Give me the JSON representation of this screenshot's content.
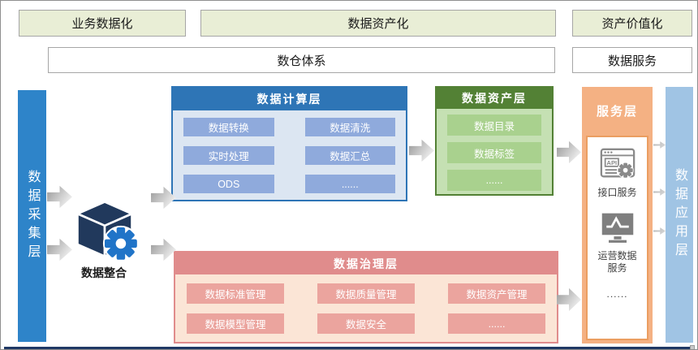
{
  "banners": {
    "business": "业务数据化",
    "asset": "数据资产化",
    "value": "资产价值化"
  },
  "systems": {
    "warehouse": "数仓体系",
    "service": "数据服务"
  },
  "left_bar": {
    "label": "数据采集层"
  },
  "right_bar": {
    "label": "数据应用层"
  },
  "integration": {
    "label": "数据整合",
    "icon": "cube-gear-icon"
  },
  "compute": {
    "title": "数据计算层",
    "cells": [
      "数据转换",
      "数据清洗",
      "实时处理",
      "数据汇总",
      "ODS",
      "......"
    ]
  },
  "asset": {
    "title": "数据资产层",
    "cells": [
      "数据目录",
      "数据标签",
      "......"
    ]
  },
  "service": {
    "title": "服务层",
    "api_icon": "api-browser-icon",
    "api_icon_text": "API",
    "api_label": "接口服务",
    "ops_icon": "chart-monitor-icon",
    "ops_label": "运营数据服务",
    "more": "......"
  },
  "governance": {
    "title": "数据治理层",
    "cells": [
      "数据标准管理",
      "数据质量管理",
      "数据资产管理",
      "数据模型管理",
      "数据安全",
      "......"
    ]
  },
  "colors": {
    "left_bar_blue": "#2e84c9",
    "right_bar_blue": "#a0c4e4",
    "compute_blue": "#2e75b6",
    "compute_cell": "#8faadc",
    "asset_green": "#538135",
    "asset_cell": "#a9d18e",
    "service_orange": "#f4b183",
    "governance_red": "#e08c8c",
    "governance_cell": "#eba49e",
    "banner_green": "#e9eed6",
    "cube_navy": "#21395c",
    "gear_blue": "#2074c8",
    "navy_line": "#1f3864"
  }
}
